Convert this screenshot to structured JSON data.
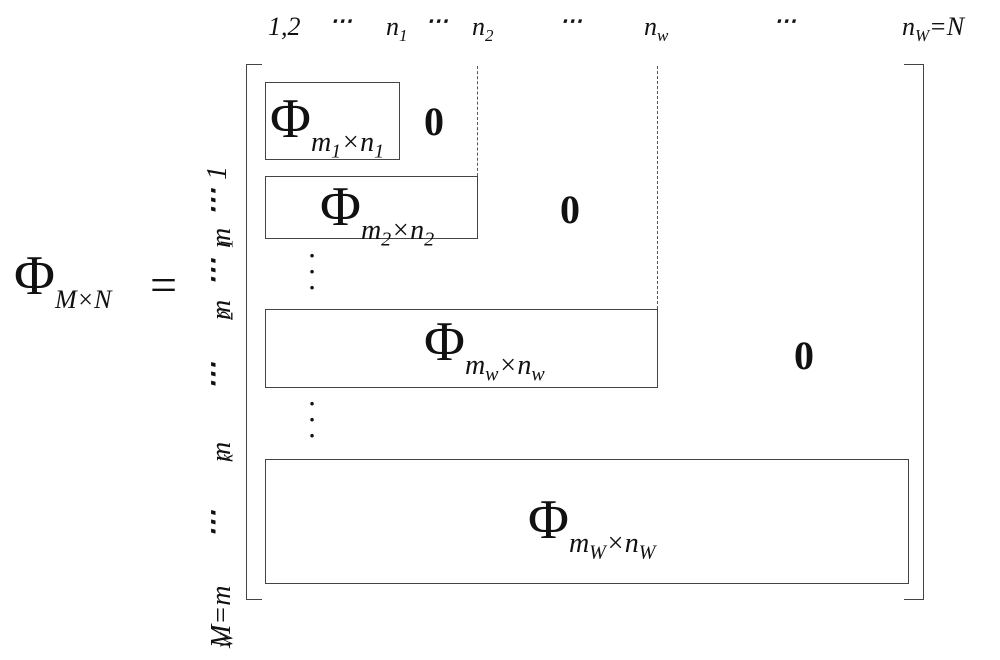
{
  "column_labels": {
    "c12": "1,2",
    "d1": "⋯",
    "n1": "n",
    "n1_sub": "1",
    "d2": "⋯",
    "n2": "n",
    "n2_sub": "2",
    "d3": "⋯",
    "nw": "n",
    "nw_sub": "w",
    "d4": "⋯",
    "nW": "n",
    "nW_sub": "W",
    "nW_eq": "=N"
  },
  "lhs": {
    "phi": "Φ",
    "sub": "M×N",
    "equals": "="
  },
  "row_labels": {
    "M_eq": "M=m",
    "M_sub": "W",
    "dots_low": "⋯",
    "mk": "m",
    "mk_sub": "k",
    "dots_mid": "⋯",
    "m2": "m",
    "m2_sub": "2",
    "dots_top1": "⋯",
    "m1": "m",
    "m1_sub": "1",
    "dots_top2": "⋯",
    "one": "1"
  },
  "blocks": {
    "b1": {
      "phi": "Φ",
      "m": "m",
      "m_sub": "1",
      "times": "×",
      "n": "n",
      "n_sub": "1"
    },
    "b2": {
      "phi": "Φ",
      "m": "m",
      "m_sub": "2",
      "times": "×",
      "n": "n",
      "n_sub": "2"
    },
    "bw": {
      "phi": "Φ",
      "m": "m",
      "m_sub": "w",
      "times": "×",
      "n": "n",
      "n_sub": "w"
    },
    "bW": {
      "phi": "Φ",
      "m": "m",
      "m_sub": "W",
      "times": "×",
      "n": "n",
      "n_sub": "W"
    }
  },
  "zeros": {
    "z1": "0",
    "z2": "0",
    "z3": "0"
  },
  "vertical_dots": {
    "v1": "⋮",
    "v2": "⋮"
  }
}
